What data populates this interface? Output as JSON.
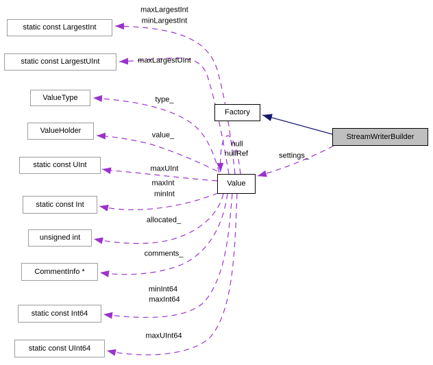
{
  "colors": {
    "dashed_edge": "#9a32cd",
    "inheritance_edge": "#191970",
    "muted_border": "#9c9c9c",
    "node_border": "#000000",
    "node_fill": "#ffffff",
    "highlight_fill": "#bfbfbf",
    "text": "#000000"
  },
  "nodes": {
    "largestint": "static const LargestInt",
    "largestuint": "static const LargestUInt",
    "valuetype": "ValueType",
    "valueholder": "ValueHolder",
    "uint": "static const UInt",
    "int": "static const Int",
    "unsignedint": "unsigned int",
    "commentinfo": "CommentInfo *",
    "int64": "static const Int64",
    "uint64": "static const UInt64",
    "factory": "Factory",
    "value": "Value",
    "streamwriterbuilder": "StreamWriterBuilder"
  },
  "edge_labels": {
    "maxLargestInt": "maxLargestInt",
    "minLargestInt": "minLargestInt",
    "maxLargestUInt": "maxLargestUInt",
    "type": "type_",
    "value": "value_",
    "maxUInt": "maxUInt",
    "maxInt": "maxInt",
    "minInt": "minInt",
    "allocated": "allocated_",
    "comments": "comments_",
    "minInt64": "minInt64",
    "maxInt64": "maxInt64",
    "maxUInt64": "maxUInt64",
    "null": "null",
    "nullRef": "nullRef",
    "settings": "settings_"
  }
}
